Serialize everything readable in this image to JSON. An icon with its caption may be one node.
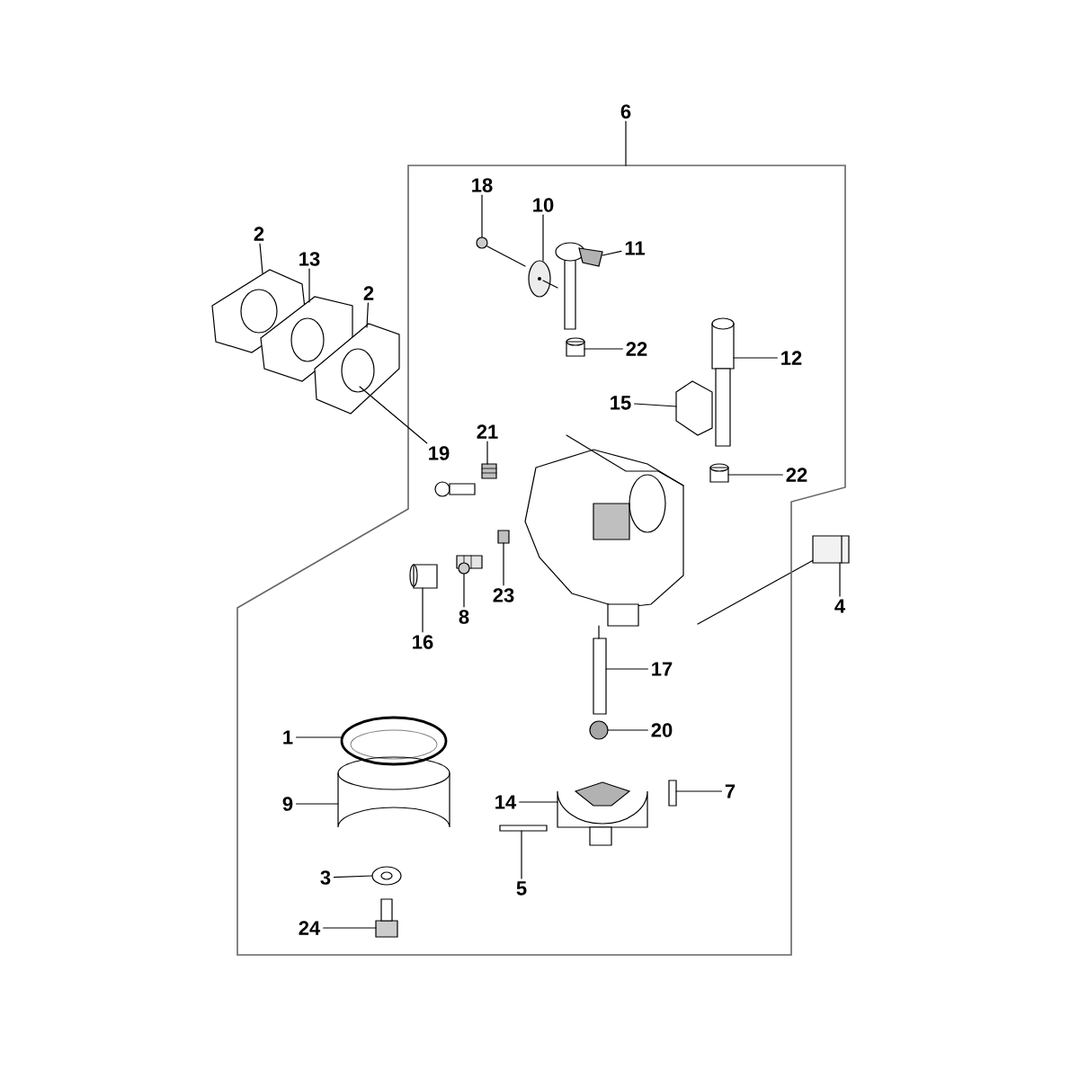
{
  "diagram": {
    "nodes": [
      {
        "text": [],
        "shape": "box"
      },
      {
        "text": [
          "6"
        ]
      },
      {
        "text": [
          "18"
        ],
        "in": 0
      },
      {
        "text": [
          "10"
        ],
        "in": 0
      },
      {
        "text": [
          "2"
        ]
      },
      {
        "text": [
          "11"
        ],
        "in": 0
      },
      {
        "text": [
          "13"
        ]
      },
      {
        "text": [
          "2"
        ]
      },
      {
        "text": [
          "22"
        ],
        "in": 0
      },
      {
        "text": [
          "12"
        ],
        "in": 0
      },
      {
        "text": [
          "15"
        ],
        "in": 0
      },
      {
        "text": [
          "21"
        ],
        "in": 0
      },
      {
        "text": [
          "19"
        ],
        "in": 0
      },
      {
        "text": [
          "22"
        ],
        "in": 0
      },
      {
        "text": [
          "23"
        ],
        "in": 0
      },
      {
        "text": [
          "4"
        ],
        "in": 0
      },
      {
        "text": [
          "8"
        ],
        "in": 0
      },
      {
        "text": [
          "16"
        ],
        "in": 0
      },
      {
        "text": [
          "17"
        ],
        "in": 0
      },
      {
        "text": [
          "20"
        ],
        "in": 0
      },
      {
        "text": [
          "1"
        ],
        "in": 0
      },
      {
        "text": [
          "7"
        ],
        "in": 0
      },
      {
        "text": [
          "14"
        ],
        "in": 0
      },
      {
        "text": [
          "9"
        ],
        "in": 0
      },
      {
        "text": [
          "3"
        ],
        "in": 0
      },
      {
        "text": [
          "5"
        ],
        "in": 0
      },
      {
        "text": [
          "24"
        ],
        "in": 0
      },
      {
        "text": [],
        "shape": "picture"
      },
      {
        "text": [],
        "shape": "picture"
      },
      {
        "text": [],
        "shape": "picture"
      },
      {
        "text": [],
        "shape": "picture",
        "in": 0
      },
      {
        "text": [],
        "shape": "picture",
        "in": 0
      },
      {
        "text": [],
        "shape": "picture",
        "in": 0
      },
      {
        "text": [],
        "shape": "picture",
        "in": 0
      },
      {
        "text": [],
        "shape": "picture",
        "in": 0
      },
      {
        "text": [],
        "shape": "picture",
        "in": 0
      },
      {
        "text": [],
        "shape": "picture",
        "in": 0
      },
      {
        "text": [],
        "shape": "picture",
        "in": 0
      },
      {
        "text": [],
        "shape": "picture",
        "in": 0
      },
      {
        "text": [],
        "shape": "picture",
        "in": 0
      },
      {
        "text": [],
        "shape": "picture",
        "in": 0
      },
      {
        "text": [],
        "shape": "picture",
        "in": 0
      },
      {
        "text": [],
        "shape": "picture",
        "in": 0
      },
      {
        "text": [],
        "shape": "picture",
        "in": 0
      },
      {
        "text": [],
        "shape": "picture",
        "in": 0
      },
      {
        "text": [],
        "shape": "picture",
        "in": 0
      },
      {
        "text": [],
        "shape": "picture",
        "in": 0
      },
      {
        "text": [],
        "shape": "picture",
        "in": 0
      },
      {
        "text": [],
        "shape": "picture",
        "in": 0
      },
      {
        "text": [],
        "shape": "picture",
        "in": 0
      },
      {
        "text": [],
        "shape": "picture",
        "in": 0
      }
    ],
    "edges": [
      {
        "from": 1,
        "to": 0,
        "arrow": "none"
      },
      {
        "from": 2,
        "to": 30,
        "arrow": "none"
      },
      {
        "from": 3,
        "to": 31,
        "arrow": "none"
      },
      {
        "from": 4,
        "to": 27,
        "arrow": "none"
      },
      {
        "from": 5,
        "to": 32,
        "arrow": "none"
      },
      {
        "from": 6,
        "to": 28,
        "arrow": "none"
      },
      {
        "from": 7,
        "to": 29,
        "arrow": "none"
      },
      {
        "from": 8,
        "to": 33,
        "arrow": "none"
      },
      {
        "from": 9,
        "to": 34,
        "arrow": "none"
      },
      {
        "from": 10,
        "to": 35,
        "arrow": "none"
      },
      {
        "from": 11,
        "to": 36,
        "arrow": "none"
      },
      {
        "from": 12,
        "to": 29,
        "arrow": "none"
      },
      {
        "from": 13,
        "to": 37,
        "arrow": "none"
      },
      {
        "from": 14,
        "to": 38,
        "arrow": "none"
      },
      {
        "from": 15,
        "to": 39,
        "arrow": "none"
      },
      {
        "from": 16,
        "to": 40,
        "arrow": "none"
      },
      {
        "from": 17,
        "to": 41,
        "arrow": "none"
      },
      {
        "from": 18,
        "to": 42,
        "arrow": "none"
      },
      {
        "from": 19,
        "to": 43,
        "arrow": "none"
      },
      {
        "from": 20,
        "to": 44,
        "arrow": "none"
      },
      {
        "from": 21,
        "to": 45,
        "arrow": "none"
      },
      {
        "from": 22,
        "to": 46,
        "arrow": "none"
      },
      {
        "from": 23,
        "to": 47,
        "arrow": "none"
      },
      {
        "from": 24,
        "to": 48,
        "arrow": "none"
      },
      {
        "from": 25,
        "to": 49,
        "arrow": "none"
      },
      {
        "from": 26,
        "to": 50,
        "arrow": "none"
      }
    ]
  }
}
